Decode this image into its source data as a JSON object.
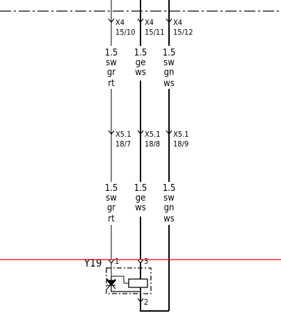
{
  "diagram": {
    "background": "#ffffff",
    "line_color": "#000000",
    "cursor_line_color": "#e00000",
    "connectors_top": [
      {
        "name": "X4",
        "pin": "15/10"
      },
      {
        "name": "X4",
        "pin": "15/11"
      },
      {
        "name": "X4",
        "pin": "15/12"
      }
    ],
    "wires_upper": [
      {
        "gauge": "1.5",
        "line1": "sw",
        "line2": "gr",
        "line3": "rt"
      },
      {
        "gauge": "1.5",
        "line1": "ge",
        "line2": "ws",
        "line3": ""
      },
      {
        "gauge": "1.5",
        "line1": "sw",
        "line2": "gn",
        "line3": "ws"
      }
    ],
    "connectors_mid": [
      {
        "name": "X5.1",
        "pin": "18/7"
      },
      {
        "name": "X5.1",
        "pin": "18/8"
      },
      {
        "name": "X5.1",
        "pin": "18/9"
      }
    ],
    "wires_lower": [
      {
        "gauge": "1.5",
        "line1": "sw",
        "line2": "gr",
        "line3": "rt"
      },
      {
        "gauge": "1.5",
        "line1": "ge",
        "line2": "ws",
        "line3": ""
      },
      {
        "gauge": "1.5",
        "line1": "sw",
        "line2": "gn",
        "line3": "ws"
      }
    ],
    "component": {
      "label": "Y19",
      "pin1": "1",
      "pin3": "3",
      "pin2": "2"
    }
  }
}
